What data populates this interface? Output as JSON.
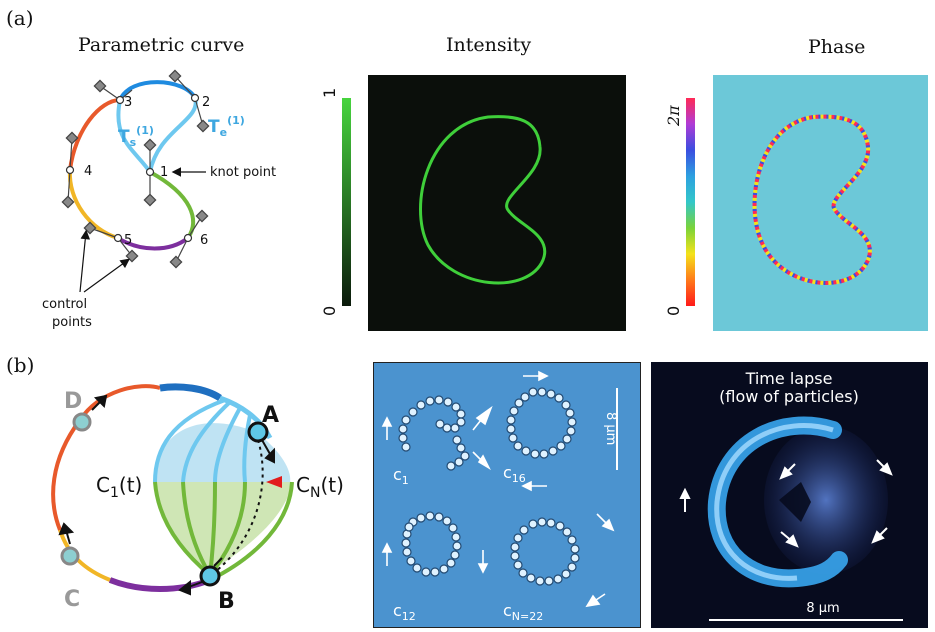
{
  "panel_a": {
    "label": "(a)",
    "titles": {
      "curve": "Parametric curve",
      "intensity": "Intensity",
      "phase": "Phase"
    },
    "curve_labels": {
      "p1": "1",
      "p2": "2",
      "p3": "3",
      "p4": "4",
      "p5": "5",
      "p6": "6",
      "ts": "T",
      "ts_sub": "s",
      "ts_sup": "(1)",
      "te": "T",
      "te_sub": "e",
      "te_sup": "(1)",
      "knot": "knot point",
      "control_1": "control",
      "control_2": "points"
    },
    "intensity_scale": {
      "max": "1",
      "min": "0"
    },
    "phase_scale": {
      "max": "2π",
      "min": "0"
    },
    "colors": {
      "curve_orange": "#e8592b",
      "curve_blue": "#1f8be0",
      "curve_lightblue": "#6ec8ef",
      "curve_green": "#72b83a",
      "curve_purple": "#7d2f9e",
      "curve_yellow": "#f1b626",
      "intensity_bg": "#0b0f0b",
      "intensity_line": "#3fcf3a",
      "phase_bg": "#6cc8d8"
    }
  },
  "panel_b": {
    "label": "(b)",
    "diagram": {
      "A": "A",
      "B": "B",
      "C": "C",
      "D": "D",
      "c1": "C",
      "c1_sub": "1",
      "c1_t": "(t)",
      "cn": "C",
      "cn_sub": "N",
      "cn_t": "(t)"
    },
    "micrograph": {
      "scale": "8 μm",
      "labels": {
        "c1": "c",
        "c1_sub": "1",
        "c16": "c",
        "c16_sub": "16",
        "c12": "c",
        "c12_sub": "12",
        "cn": "c",
        "cn_sub": "N=22"
      }
    },
    "timelapse": {
      "title_1": "Time lapse",
      "title_2": "(flow of particles)",
      "scale": "8 μm"
    }
  }
}
